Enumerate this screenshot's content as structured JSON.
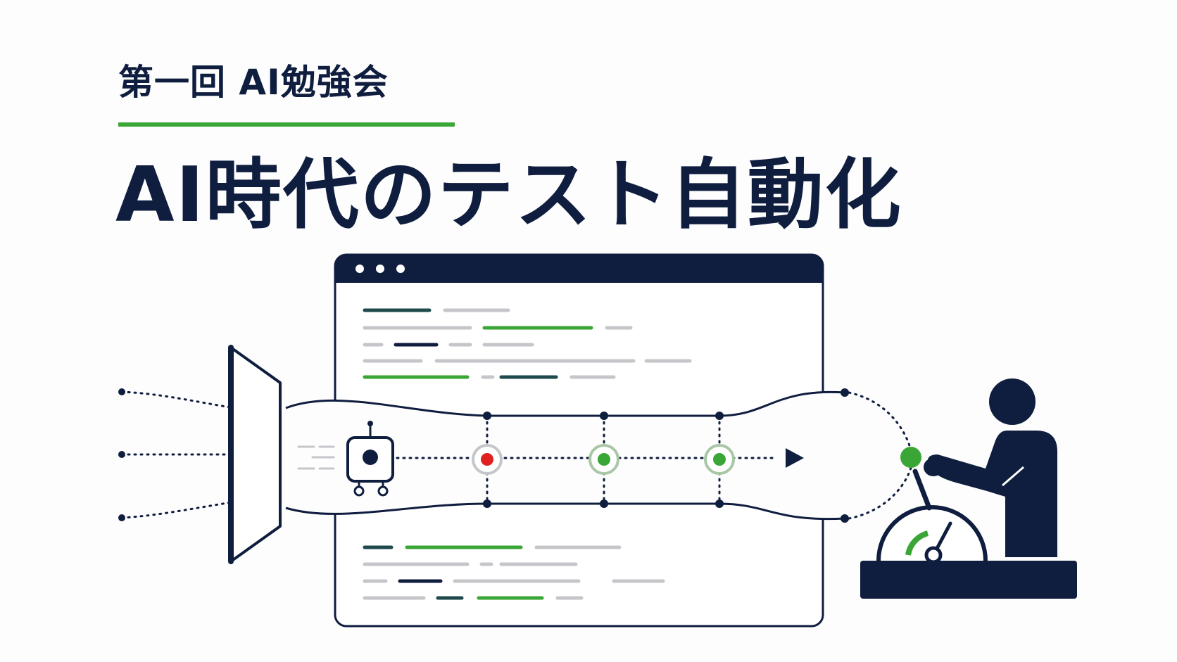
{
  "header": {
    "subtitle": "第一回 AI勉強会",
    "title": "AI時代のテスト自動化"
  },
  "colors": {
    "navy": "#0f1d3f",
    "green": "#3aa635",
    "red": "#e0201f",
    "gray": "#c4c6ca",
    "background": "#fdfdfd"
  },
  "illustration": {
    "browser_window": {
      "control_dots": 3
    },
    "pipeline_checkpoints": [
      "fail",
      "pass",
      "pass"
    ],
    "icons": [
      "gate-frame-icon",
      "robot-icon",
      "arrow-right-icon",
      "person-icon",
      "control-console-icon",
      "gauge-icon"
    ]
  }
}
